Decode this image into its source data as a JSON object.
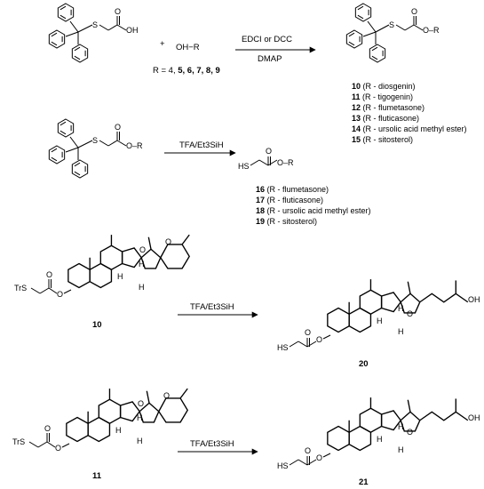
{
  "reaction1": {
    "reagent_plus": "+",
    "alcohol": "OH−R",
    "arrow_top": "EDCI or DCC",
    "arrow_bottom": "DMAP",
    "r_def_prefix": "R = 4, ",
    "r_def_bold": "5, 6, 7, 8, 9",
    "products": [
      {
        "num": "10",
        "desc": " (R - diosgenin)"
      },
      {
        "num": "11",
        "desc": " (R - tigogenin)"
      },
      {
        "num": "12",
        "desc": " (R - flumetasone)"
      },
      {
        "num": "13",
        "desc": " (R - fluticasone)"
      },
      {
        "num": "14",
        "desc": " (R - ursolic acid methyl ester)"
      },
      {
        "num": "15",
        "desc": " (R - sitosterol)"
      }
    ]
  },
  "reaction2": {
    "arrow_label": "TFA/Et3SiH",
    "products": [
      {
        "num": "16",
        "desc": " (R - flumetasone)"
      },
      {
        "num": "17",
        "desc": " (R - fluticasone)"
      },
      {
        "num": "18",
        "desc": " (R - ursolic acid methyl ester)"
      },
      {
        "num": "19",
        "desc": " (R - sitosterol)"
      }
    ]
  },
  "reaction3": {
    "start_num": "10",
    "product_num": "20",
    "arrow_label": "TFA/Et3SiH"
  },
  "reaction4": {
    "start_num": "11",
    "product_num": "21",
    "arrow_label": "TFA/Et3SiH"
  },
  "atoms": {
    "S": "S",
    "O": "O",
    "OH": "OH",
    "OR": "O–R",
    "HS": "HS",
    "TrS": "TrS",
    "H": "H"
  }
}
